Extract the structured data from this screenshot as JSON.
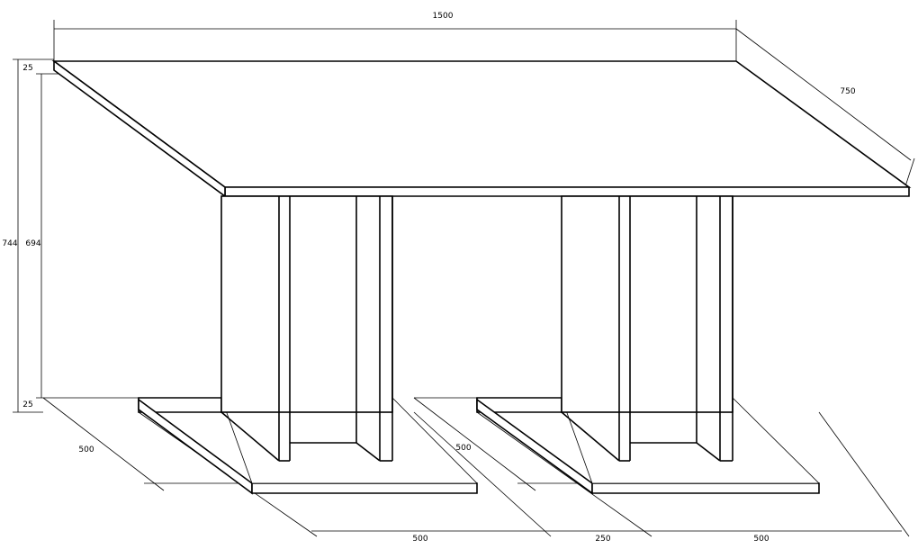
{
  "dimensions": {
    "top_width": "1500",
    "depth": "750",
    "total_height": "744",
    "leg_height": "694",
    "top_thickness": "25",
    "base_thickness": "25",
    "base_depth_left": "500",
    "base_depth_mid": "500",
    "bottom_left_width": "500",
    "bottom_gap": "250",
    "bottom_right_width": "500"
  }
}
